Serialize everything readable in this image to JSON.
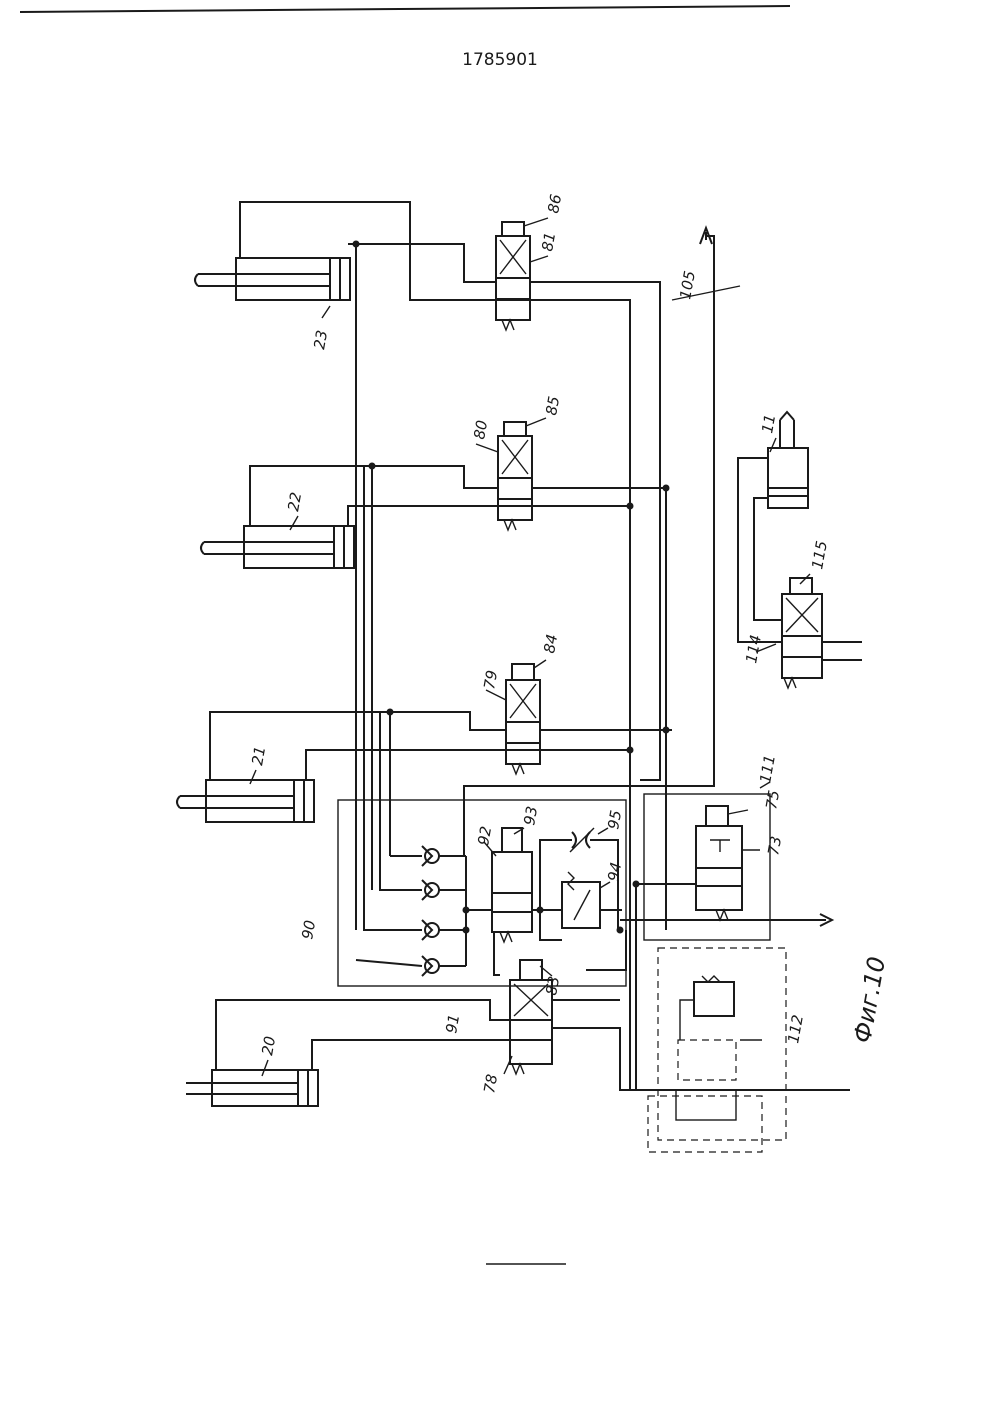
{
  "header": {
    "doc_number": "1785901"
  },
  "figure": {
    "caption": "Фиг.10"
  },
  "labels": {
    "l11": "11",
    "l20": "20",
    "l21": "21",
    "l22": "22",
    "l23": "23",
    "l73": "73",
    "l75": "75",
    "l78": "78",
    "l79": "79",
    "l80": "80",
    "l81": "81",
    "l83": "83",
    "l84": "84",
    "l85": "85",
    "l86": "86",
    "l90": "90",
    "l91": "91",
    "l92": "92",
    "l93": "93",
    "l94": "94",
    "l95": "95",
    "l105": "105",
    "l111": "111",
    "l112": "112",
    "l114": "114",
    "l115": "115"
  }
}
